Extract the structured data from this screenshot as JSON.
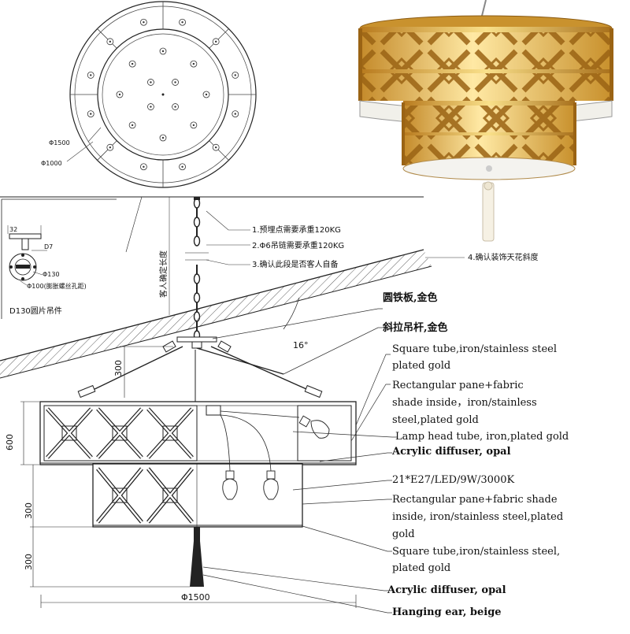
{
  "plan": {
    "dia_outer": "Φ1500",
    "dia_inner": "Φ1000"
  },
  "bracket": {
    "dim_32": "32",
    "dim_d7": "D7",
    "dim_130": "Φ130",
    "dim_100": "Φ100(膨胀螺丝孔距)",
    "caption": "D130圆片吊件"
  },
  "notes": {
    "n1": "1.预埋点需要承重120KG",
    "n2": "2.Φ6吊链需要承重120KG",
    "n3": "3.确认此段是否客人自备",
    "n4": "4.确认装饰天花斜度",
    "vertical": "客人确定长度"
  },
  "angle": "16°",
  "dims": {
    "d300_top": "300",
    "d600": "600",
    "d300_mid": "300",
    "d300_bot": "300",
    "d1500": "Φ1500"
  },
  "callouts": [
    {
      "text": "圆铁板,金色",
      "bold": true
    },
    {
      "text": "斜拉吊杆,金色",
      "bold": true
    },
    {
      "text": "Square tube,iron/stainless steel",
      "bold": false,
      "first": "Square tube"
    },
    {
      "text": "plated gold",
      "bold": false
    },
    {
      "text": "Rectangular pane+fabric",
      "bold": false,
      "first": "Rectangular pane+fabric"
    },
    {
      "text": "shade inside，iron/stainless",
      "bold": false
    },
    {
      "text": "steel,plated gold",
      "bold": false
    },
    {
      "text": "Lamp head tube, iron,plated gold",
      "bold": false,
      "first": "Lamp head tube,"
    },
    {
      "text": "Acrylic diffuser, opal",
      "bold": true
    },
    {
      "text": "21*E27/LED/9W/3000K",
      "bold": false
    },
    {
      "text": "Rectangular pane+fabric shade",
      "bold": false,
      "first": "Rectangular pane+fabric shade"
    },
    {
      "text": "inside, iron/stainless steel,plated",
      "bold": false
    },
    {
      "text": "gold",
      "bold": false
    },
    {
      "text": "Square tube,iron/stainless steel,",
      "bold": false,
      "first": "Square tube,"
    },
    {
      "text": "plated gold",
      "bold": false
    },
    {
      "text": "Acrylic diffuser, opal",
      "bold": true
    },
    {
      "text": "Hanging ear, beige",
      "bold": true
    }
  ],
  "colors": {
    "gold": "#e0a93a",
    "gold_dark": "#8a5a12",
    "fabric": "#f6dc8c",
    "diffuser": "#f1f0ea",
    "line": "#222222"
  }
}
